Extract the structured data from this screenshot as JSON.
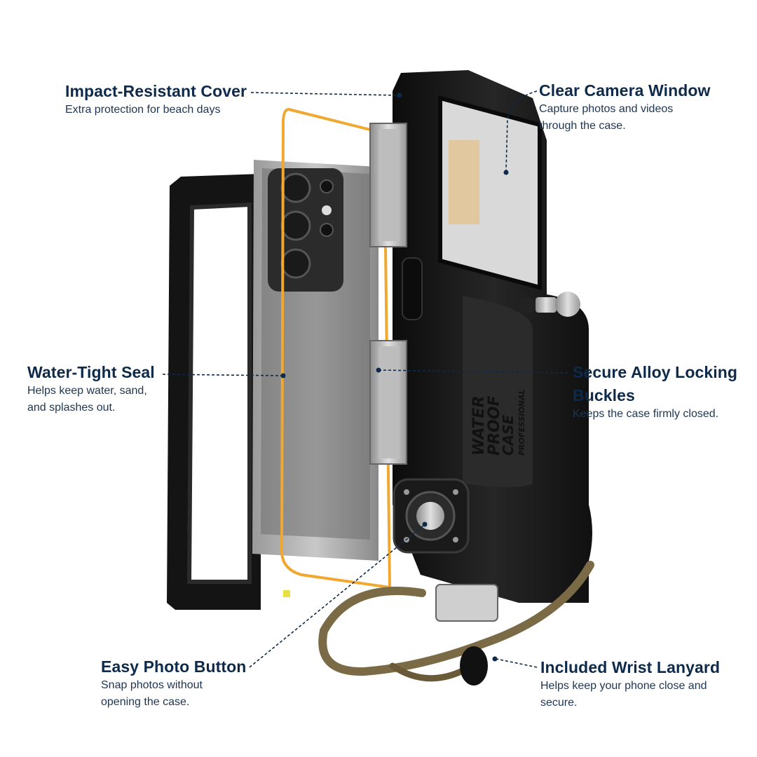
{
  "callouts": {
    "impact": {
      "title": "Impact-Resistant Cover",
      "desc": "Extra protection for beach days"
    },
    "camera": {
      "title": "Clear Camera Window",
      "desc_1": "Capture photos and videos",
      "desc_2": "through the case."
    },
    "seal": {
      "title": "Water-Tight Seal",
      "desc_1": "Helps keep water, sand,",
      "desc_2": "and splashes out."
    },
    "buckles": {
      "title_1": "Secure Alloy Locking",
      "title_2": "Buckles",
      "desc": "Keeps the case firmly closed."
    },
    "button": {
      "title": "Easy Photo Button",
      "desc_1": "Snap photos without",
      "desc_2": "opening the case."
    },
    "lanyard": {
      "title": "Included Wrist Lanyard",
      "desc_1": "Helps keep your phone close and",
      "desc_2": "secure."
    }
  },
  "case_branding": {
    "line_1": "WATER",
    "line_2": "PROOF",
    "line_3": "CASE",
    "line_4": "PROFESSIONAL"
  },
  "colors": {
    "text_navy": "#0d2a4a",
    "gasket_orange": "#f0a830",
    "case_black": "#151515",
    "lanyard_brown": "#7a6a45"
  }
}
